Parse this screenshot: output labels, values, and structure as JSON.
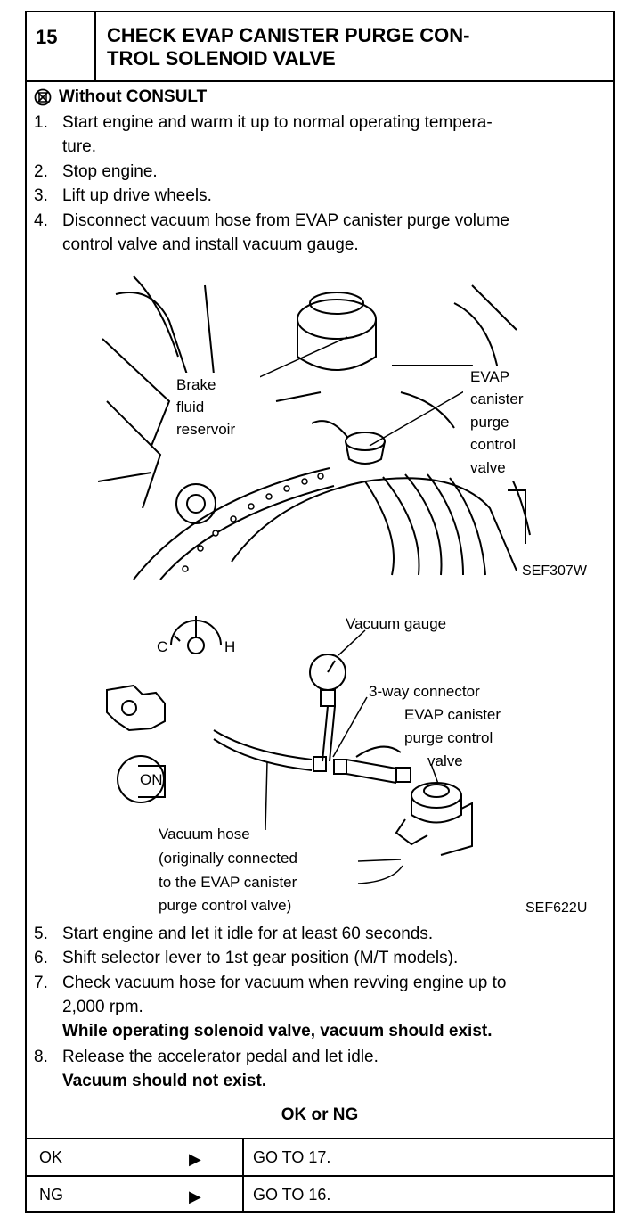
{
  "header": {
    "number": "15",
    "title_line1": "CHECK EVAP CANISTER PURGE CON-",
    "title_line2": "TROL SOLENOID VALVE"
  },
  "without_consult": "Without CONSULT",
  "steps_a": [
    {
      "n": "1.",
      "line1": "Start engine and warm it up to normal operating tempera-",
      "line2": "ture."
    },
    {
      "n": "2.",
      "line1": "Stop engine."
    },
    {
      "n": "3.",
      "line1": "Lift up drive wheels."
    },
    {
      "n": "4.",
      "line1": "Disconnect vacuum hose from EVAP canister purge volume",
      "line2": "control valve and install vacuum gauge."
    }
  ],
  "figure1": {
    "label_left": [
      "Brake",
      "fluid",
      "reservoir"
    ],
    "label_right": [
      "EVAP",
      "canister",
      "purge",
      "control",
      "valve"
    ],
    "code": "SEF307W"
  },
  "figure2": {
    "gauge_label": "Vacuum gauge",
    "temp_c": "C",
    "temp_h": "H",
    "key_on": "ON",
    "connector_label": "3-way connector",
    "valve_label": [
      "EVAP canister",
      "purge control",
      "valve"
    ],
    "hose_label": [
      "Vacuum hose",
      "(originally connected",
      "to the EVAP canister",
      "purge control valve)"
    ],
    "code": "SEF622U"
  },
  "steps_b": [
    {
      "n": "5.",
      "line1": "Start engine and let it idle for at least 60 seconds."
    },
    {
      "n": "6.",
      "line1": "Shift selector lever to 1st gear position (M/T models)."
    },
    {
      "n": "7.",
      "line1": "Check vacuum hose for vacuum when revving engine up to",
      "line2": "2,000 rpm.",
      "bold": "While operating solenoid valve, vacuum should exist."
    },
    {
      "n": "8.",
      "line1": "Release the accelerator pedal and let idle.",
      "bold": "Vacuum should not exist."
    }
  ],
  "result_title": "OK or NG",
  "results": [
    {
      "label": "OK",
      "arrow": "▶",
      "goto": "GO TO 17."
    },
    {
      "label": "NG",
      "arrow": "▶",
      "goto": "GO TO 16."
    }
  ]
}
